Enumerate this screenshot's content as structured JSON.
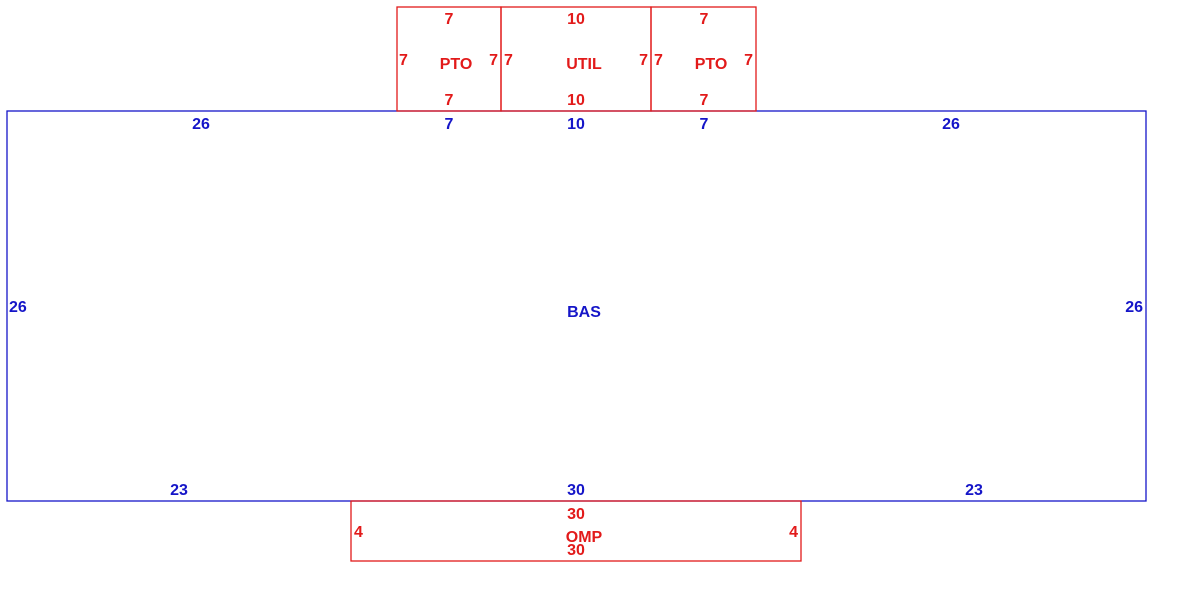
{
  "colors": {
    "base": "#1515c8",
    "addon": "#e21a1a",
    "background": "#ffffff"
  },
  "areas": {
    "bas": {
      "label": "BAS",
      "top_left": "26",
      "top_right": "26",
      "left": "26",
      "right": "26",
      "bottom_left": "23",
      "bottom_center": "30",
      "bottom_right": "23",
      "top_pto1": "7",
      "top_util": "10",
      "top_pto2": "7"
    },
    "pto1": {
      "label": "PTO",
      "top": "7",
      "bottom": "7",
      "left": "7",
      "right": "7"
    },
    "util": {
      "label": "UTIL",
      "top": "10",
      "bottom": "10",
      "left": "7",
      "right": "7"
    },
    "pto2": {
      "label": "PTO",
      "top": "7",
      "bottom": "7",
      "left": "7",
      "right": "7"
    },
    "omp": {
      "label": "OMP",
      "top": "30",
      "bottom": "30",
      "left": "4",
      "right": "4"
    }
  }
}
